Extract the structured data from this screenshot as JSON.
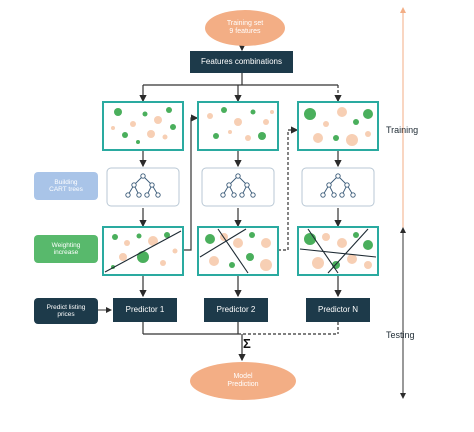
{
  "diagram": {
    "input_oval": "Training set\n9 features",
    "features_box": "Features combinations",
    "side_labels": {
      "building": "Building\nCART trees",
      "weighting": "Weighting\nincrease",
      "predict": "Predict listing\nprices"
    },
    "predictors": [
      "Predictor 1",
      "Predictor 2",
      "Predictor N"
    ],
    "sigma": "Σ",
    "output_oval": "Model\nPrediction",
    "phases": {
      "training": "Training",
      "testing": "Testing"
    },
    "colors": {
      "teal": "#2aaaa0",
      "orange": "#f3ae85",
      "navy": "#1d3a4a",
      "green": "#4aaf5c",
      "peach": "#f7cfb4",
      "blue_label": "#a9c4e8",
      "green_label": "#58b96c"
    }
  }
}
